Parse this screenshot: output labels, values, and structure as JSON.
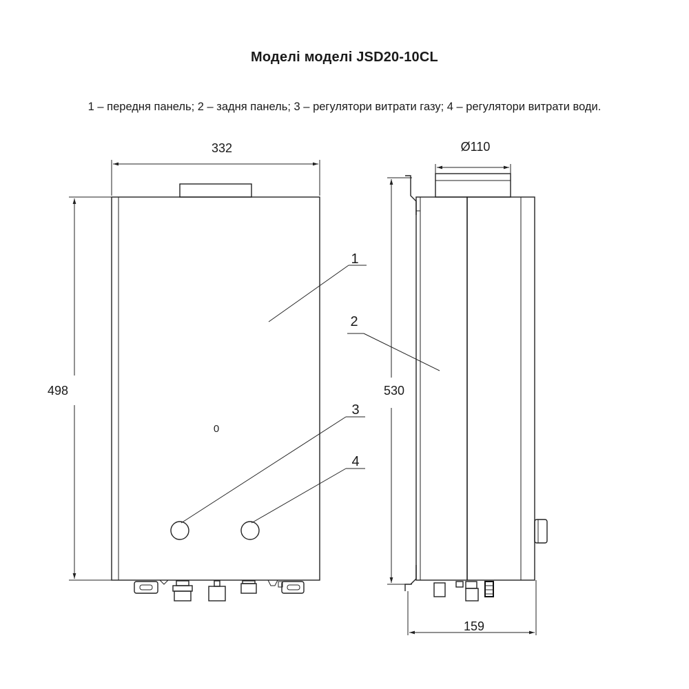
{
  "title": "Моделі моделі  JSD20-10CL",
  "caption": "1 – передня панель; 2 – задня панель; 3 – регулятори витрати газу; 4 – регулятори витрати води.",
  "dimensions": {
    "width": "332",
    "height_front": "498",
    "height_side": "530",
    "flue_diameter": "Ø110",
    "depth": "159"
  },
  "callouts": {
    "c1": "1",
    "c2": "2",
    "c3": "3",
    "c4": "4"
  },
  "indicator": "0"
}
